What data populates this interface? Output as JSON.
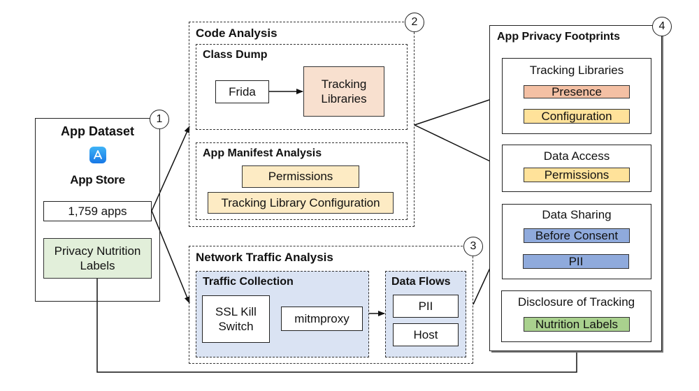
{
  "colors": {
    "salmon": "#F4C7A8",
    "light_salmon": "#F8E0CF",
    "yellow": "#FFE29A",
    "light_yellow": "#FDEBC4",
    "green": "#A9D18E",
    "light_green": "#E2EFDA",
    "blue": "#8FAADC",
    "light_blue": "#DAE3F3"
  },
  "stage1": {
    "number": "1",
    "title": "App Dataset",
    "store_icon": "app-store-icon",
    "store_label": "App Store",
    "apps_count": "1,759 apps",
    "labels_box": "Privacy Nutrition Labels"
  },
  "stage2": {
    "number": "2",
    "title": "Code Analysis",
    "class_dump": {
      "title": "Class Dump",
      "tool": "Frida",
      "output": "Tracking Libraries"
    },
    "manifest": {
      "title": "App Manifest Analysis",
      "items": [
        "Permissions",
        "Tracking Library Configuration"
      ]
    }
  },
  "stage3": {
    "number": "3",
    "title": "Network Traffic Analysis",
    "collection": {
      "title": "Traffic Collection",
      "tool1": "SSL Kill Switch",
      "tool2": "mitmproxy"
    },
    "flows": {
      "title": "Data Flows",
      "items": [
        "PII",
        "Host"
      ]
    }
  },
  "stage4": {
    "number": "4",
    "title": "App Privacy Footprints",
    "groups": [
      {
        "title": "Tracking Libraries",
        "items": [
          "Presence",
          "Configuration"
        ]
      },
      {
        "title": "Data Access",
        "items": [
          "Permissions"
        ]
      },
      {
        "title": "Data Sharing",
        "items": [
          "Before Consent",
          "PII"
        ]
      },
      {
        "title": "Disclosure of Tracking",
        "items": [
          "Nutrition Labels"
        ]
      }
    ]
  }
}
